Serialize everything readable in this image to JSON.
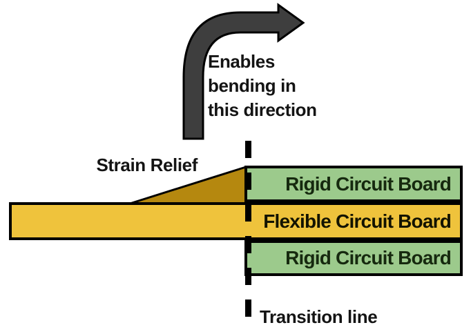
{
  "annotations": {
    "bend_lines": [
      "Enables",
      "bending in",
      "this direction"
    ],
    "strain_relief": "Strain Relief",
    "transition": "Transition line"
  },
  "boards": {
    "rigid_top": "Rigid Circuit Board",
    "flexible": "Flexible Circuit Board",
    "rigid_bottom": "Rigid Circuit Board"
  },
  "icons": {
    "bend_arrow": "curved-arrow-up-right"
  },
  "colors": {
    "rigid_green": "#9cca8c",
    "flexible_yellow": "#efc33c",
    "strain_relief_gold": "#b5880f",
    "arrow_gray": "#3e3e3e",
    "rigid_text_green": "#16290f",
    "outline_black": "#000000",
    "background_white": "#ffffff"
  }
}
